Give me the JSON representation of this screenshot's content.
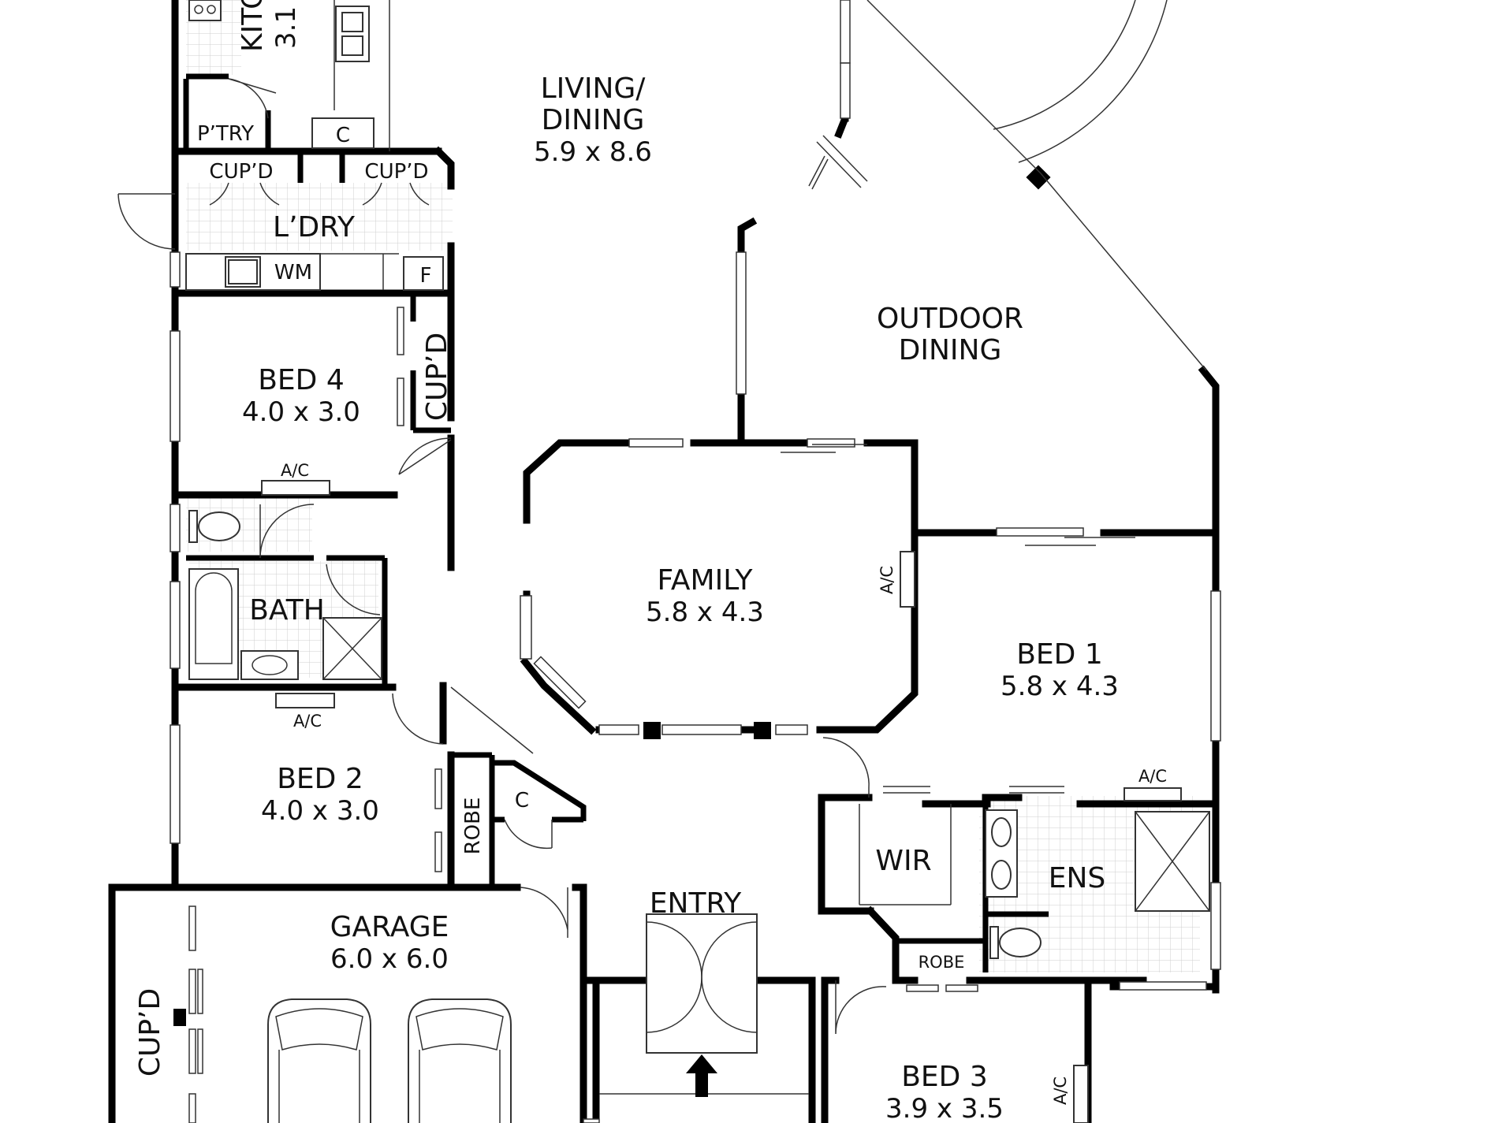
{
  "rooms": {
    "kitchen": {
      "name": "KITC",
      "size": "3.1"
    },
    "living": {
      "name_line1": "LIVING/",
      "name_line2": "DINING",
      "size": "5.9 x 8.6"
    },
    "pantry": {
      "name": "P’TRY"
    },
    "c_kitchen": {
      "name": "C"
    },
    "cupd_laundry_1": {
      "name": "CUP’D"
    },
    "cupd_laundry_2": {
      "name": "CUP’D"
    },
    "laundry": {
      "name": "L’DRY"
    },
    "wm": {
      "name": "WM"
    },
    "fridge": {
      "name": "F"
    },
    "outdoor": {
      "name_line1": "OUTDOOR",
      "name_line2": "DINING"
    },
    "bed4": {
      "name": "BED 4",
      "size": "4.0 x 3.0"
    },
    "cupd_bed4": {
      "name": "CUP’D"
    },
    "ac_bed4": {
      "name": "A/C"
    },
    "family": {
      "name": "FAMILY",
      "size": "5.8 x 4.3"
    },
    "ac_family": {
      "name": "A/C"
    },
    "bath": {
      "name": "BATH"
    },
    "ac_bath": {
      "name": "A/C"
    },
    "bed1": {
      "name": "BED 1",
      "size": "5.8 x 4.3"
    },
    "bed2": {
      "name": "BED 2",
      "size": "4.0 x 3.0"
    },
    "robe_bed2": {
      "name": "ROBE"
    },
    "c_hall": {
      "name": "C"
    },
    "ac_ens": {
      "name": "A/C"
    },
    "wir": {
      "name": "WIR"
    },
    "ens": {
      "name": "ENS"
    },
    "entry": {
      "name": "ENTRY"
    },
    "garage": {
      "name": "GARAGE",
      "size": "6.0 x 6.0"
    },
    "cupd_garage": {
      "name": "CUP’D"
    },
    "robe_bed3": {
      "name": "ROBE"
    },
    "bed3": {
      "name": "BED 3",
      "size": "3.9 x 3.5"
    },
    "ac_bed3": {
      "name": "A/C"
    }
  }
}
